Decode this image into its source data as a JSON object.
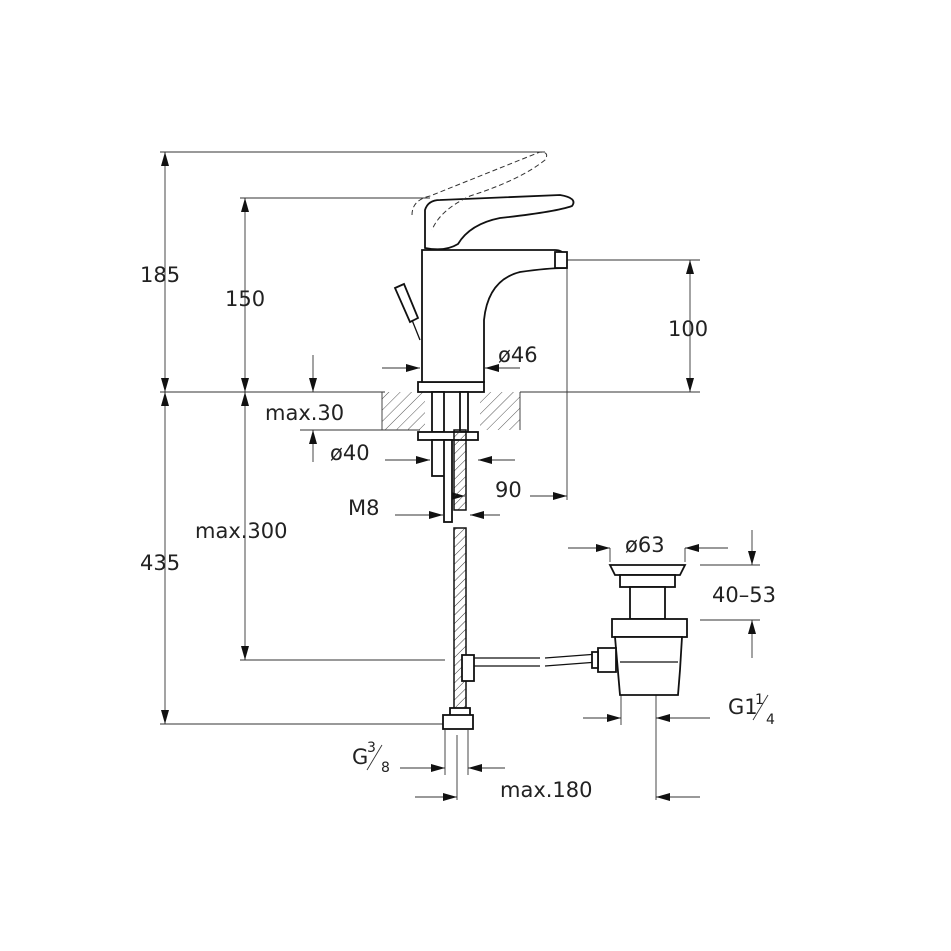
{
  "dimensions": {
    "d185": "185",
    "d150": "150",
    "d100": "100",
    "d46": "ø46",
    "max30": "max.30",
    "d40": "ø40",
    "d90": "90",
    "m8": "M8",
    "max300": "max.300",
    "d435": "435",
    "d63": "ø63",
    "r4053": "40–53",
    "g1_main": "G1",
    "g1_num": "1",
    "g1_den": "4",
    "g38_main": "G",
    "g38_num": "3",
    "g38_den": "8",
    "max180": "max.180"
  }
}
